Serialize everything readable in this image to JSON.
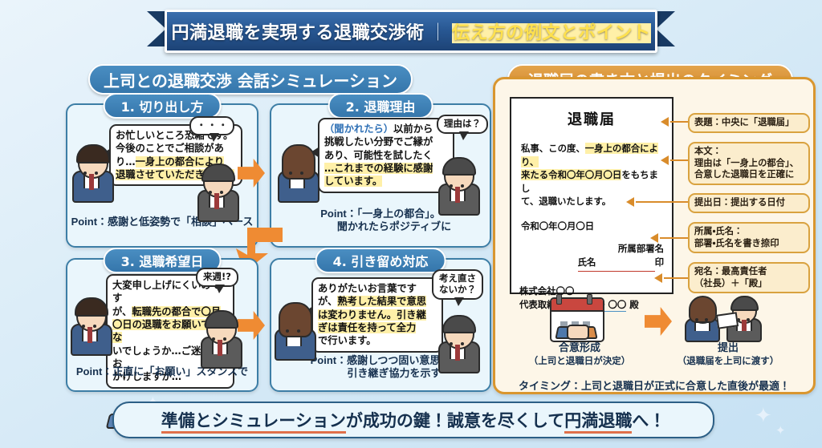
{
  "header": {
    "title_main": "円満退職を実現する退職交渉術",
    "separator": "｜",
    "title_sub": "伝え方の例文とポイント"
  },
  "left_section": {
    "heading": "上司との退職交渉 会話シミュレーション",
    "panels": [
      {
        "title": "1. 切り出し方",
        "speech_line1": "お忙しいところ恐縮です。",
        "speech_line2": "今後のことでご相談があ",
        "speech_line3_pre": "り…",
        "speech_line3_hl": "一身上の都合により",
        "speech_line4_hl": "退職させていただきたく…",
        "boss_bubble": "・・・",
        "point_label": "Point：",
        "point_text": "感謝と低姿勢で「相談」ベース"
      },
      {
        "title": "2. 退職理由",
        "speech_paren": "（聞かれたら）",
        "speech_line1_rest": "以前から",
        "speech_line2": "挑戦したい分野でご縁が",
        "speech_line3": "あり、可能性を試したく",
        "speech_line4_hl": "…これまでの経験に感謝",
        "speech_line5_hl": "しています。",
        "boss_bubble": "理由は？",
        "point_label": "Point：",
        "point_text_l1": "「一身上の都合」。",
        "point_text_l2": "聞かれたらポジティブに"
      },
      {
        "title": "3. 退職希望日",
        "speech_line1": "大変申し上げにくいのです",
        "speech_line2_pre": "が、",
        "speech_line2_hl": "転職先の都合で〇月",
        "speech_line3_hl": "〇日の退職をお願いできな",
        "speech_line4": "いでしょうか…ご迷惑はお",
        "speech_line5": "かけしますが…",
        "boss_bubble": "来週!?",
        "point_label": "Point：",
        "point_text": "正直に「お願い」スタンスで"
      },
      {
        "title": "4. 引き留め対応",
        "speech_line1": "ありがたいお言葉です",
        "speech_line2_pre": "が、",
        "speech_line2_hl": "熟考した結果で意思",
        "speech_line3_hl": "は変わりません。引き継",
        "speech_line4_hl": "ぎは責任を持って全力",
        "speech_line5": "で行います。",
        "boss_bubble_l1": "考え直さ",
        "boss_bubble_l2": "ないか？",
        "point_label": "Point：",
        "point_text_l1": "感謝しつつ固い意思と",
        "point_text_l2": "引き継ぎ協力を示す"
      }
    ]
  },
  "right_section": {
    "heading": "退職届の書き方と提出のタイミング",
    "letter": {
      "title": "退職届",
      "body_l1_pre": "私事、この度、",
      "body_l1_hl": "一身上の都合により、",
      "body_l2_hl": "来たる令和〇年〇月〇日",
      "body_l2_rest": "をもちまし",
      "body_l3": "て、退職いたします。",
      "date": "令和〇年〇月〇日",
      "dept_label": "所属部署名",
      "name_label": "氏名",
      "seal_label": "印",
      "company": "株式会社〇〇",
      "recipient_title": "代表取締役社長",
      "recipient_name": "〇〇 〇〇",
      "recipient_honorific": "殿"
    },
    "callouts": [
      {
        "text_l1": "表題：中央に「退職届」"
      },
      {
        "text_l1": "本文：",
        "text_l2": "理由は「一身上の都合」、",
        "text_l3": "合意した退職日を正確に"
      },
      {
        "text_l1": "提出日：提出する日付"
      },
      {
        "text_l1": "所属・氏名：",
        "text_l2": "部署・氏名を書き捺印"
      },
      {
        "text_l1": "宛名：最高責任者",
        "text_l2": "（社長）＋「殿」"
      }
    ],
    "timing": {
      "step1_title": "合意形成",
      "step1_sub": "（上司と退職日が決定）",
      "step2_title": "提出",
      "step2_sub": "（退職届を上司に渡す）",
      "note": "タイミング：上司と退職日が正式に合意した直後が最適！"
    }
  },
  "footer": {
    "text_hl1": "準備とシミュレーション",
    "text_mid": "が成功の鍵！誠意を尽くして",
    "text_hl2": "円満退職",
    "text_end": "へ！"
  },
  "colors": {
    "ribbon_navy": "#275691",
    "accent_yellow": "#ffe14d",
    "panel_blue": "#3576ab",
    "panel_bg": "#eaf6fc",
    "card_orange": "#d9962f",
    "card_bg": "#fdf6e8",
    "arrow_orange": "#ef8b33",
    "highlight": "#fff0a8",
    "underline_red": "#e0704a"
  }
}
